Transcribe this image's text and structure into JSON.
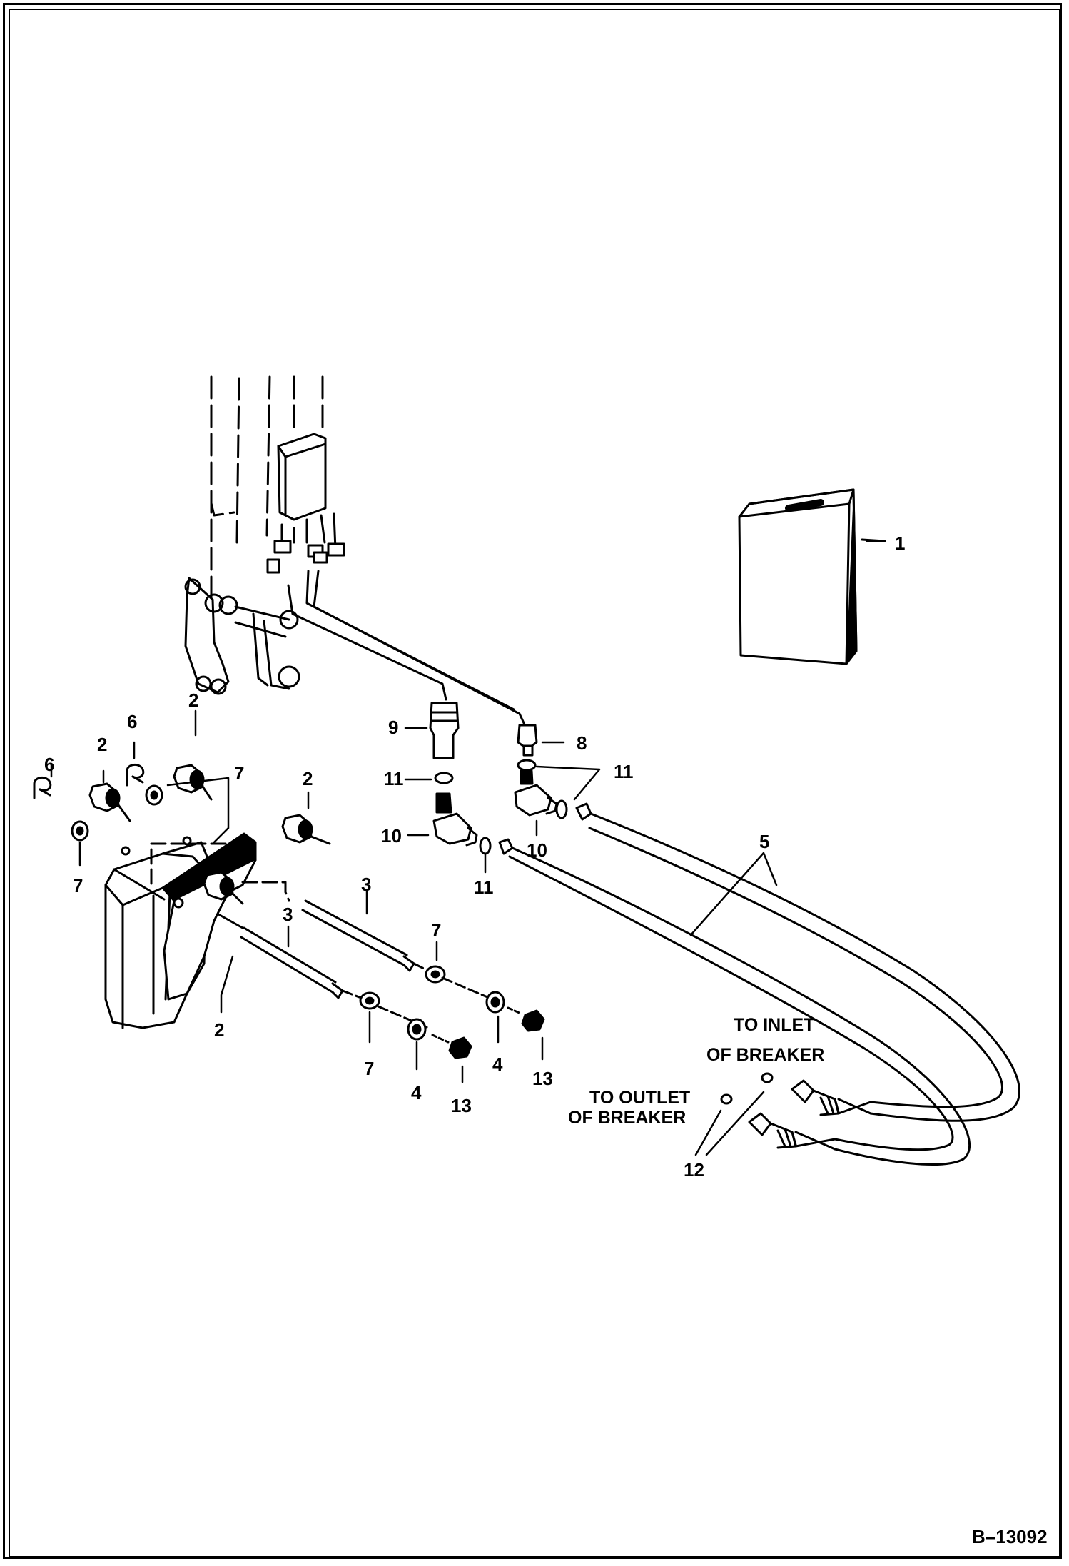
{
  "callouts": {
    "c1": "1",
    "c2": "2",
    "c3": "3",
    "c4": "4",
    "c5": "5",
    "c6": "6",
    "c7": "7",
    "c8": "8",
    "c9": "9",
    "c10": "10",
    "c11": "11",
    "c12": "12",
    "c13": "13"
  },
  "notes": {
    "inlet_line1": "TO INLET",
    "inlet_line2": "OF BREAKER",
    "outlet_line1": "TO OUTLET",
    "outlet_line2": "OF BREAKER"
  },
  "reference": "B–13092"
}
